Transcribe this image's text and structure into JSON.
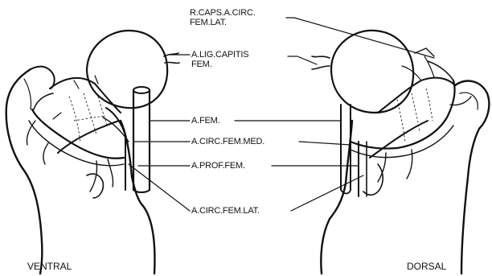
{
  "labels": {
    "r_caps_line1": "R.CAPS.A.CIRC.",
    "r_caps_line2": "FEM.LAT.",
    "lig_capitis_line1": "A.LIG.CAPITIS",
    "lig_capitis_line2": "FEM.",
    "a_fem": "A.FEM.",
    "circ_fem_med": "A.CIRC.FEM.MED.",
    "prof_fem": "A.PROF.FEM.",
    "circ_fem_lat": "A.CIRC.FEM.LAT."
  },
  "views": {
    "ventral": "VENTRAL",
    "dorsal": "DORSAL"
  },
  "colors": {
    "ink": "#111111",
    "paper": "#ffffff"
  }
}
